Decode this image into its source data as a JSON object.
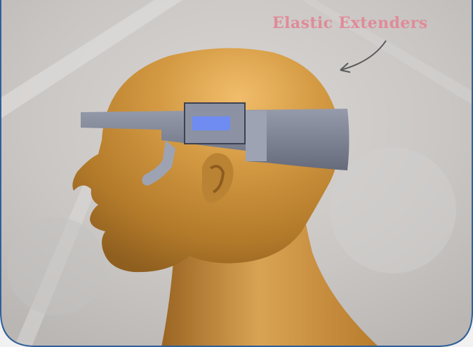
{
  "annotation": {
    "text": "Elastic Extenders",
    "color": "#e08b98"
  },
  "colors": {
    "background_stone": "#cfcccb",
    "frame_blue": "#2f5f9a",
    "skin": "#c9892f",
    "band": "#7d8394",
    "screen": "#6f8cf2"
  },
  "subjects": [
    "mannequin-head",
    "head-mounted-display-band",
    "display-module",
    "camera-arm"
  ]
}
